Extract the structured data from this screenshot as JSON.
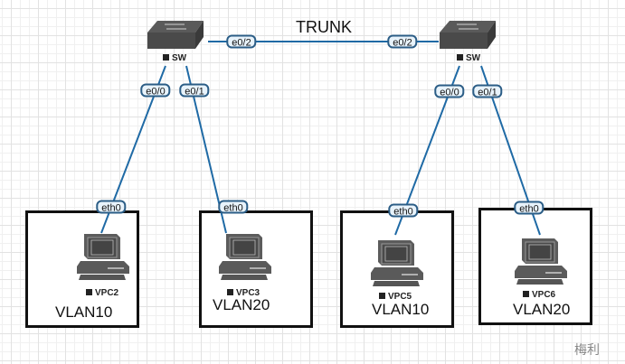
{
  "diagram": {
    "trunk_label": "TRUNK",
    "watermark": "梅利",
    "link_color": "#1f6aa5",
    "switches": [
      {
        "id": "sw-left",
        "label": "SW",
        "icon": "switch-icon"
      },
      {
        "id": "sw-right",
        "label": "SW",
        "icon": "switch-icon"
      }
    ],
    "pcs": [
      {
        "id": "vpc2",
        "label": "VPC2",
        "vlan": "VLAN10",
        "icon": "pc-icon"
      },
      {
        "id": "vpc3",
        "label": "VPC3",
        "vlan": "VLAN20",
        "icon": "pc-icon"
      },
      {
        "id": "vpc5",
        "label": "VPC5",
        "vlan": "VLAN10",
        "icon": "pc-icon"
      },
      {
        "id": "vpc6",
        "label": "VPC6",
        "vlan": "VLAN20",
        "icon": "pc-icon"
      }
    ],
    "ports": {
      "left_trunk": "e0/2",
      "right_trunk": "e0/2",
      "left_e00": "e0/0",
      "left_e01": "e0/1",
      "right_e00": "e0/0",
      "right_e01": "e0/1",
      "vpc2_eth": "eth0",
      "vpc3_eth": "eth0",
      "vpc5_eth": "eth0",
      "vpc6_eth": "eth0"
    },
    "links": [
      {
        "from": "sw-left:e0/2",
        "to": "sw-right:e0/2",
        "type": "trunk"
      },
      {
        "from": "sw-left:e0/0",
        "to": "vpc2:eth0"
      },
      {
        "from": "sw-left:e0/1",
        "to": "vpc3:eth0"
      },
      {
        "from": "sw-right:e0/0",
        "to": "vpc5:eth0"
      },
      {
        "from": "sw-right:e0/1",
        "to": "vpc6:eth0"
      }
    ]
  }
}
